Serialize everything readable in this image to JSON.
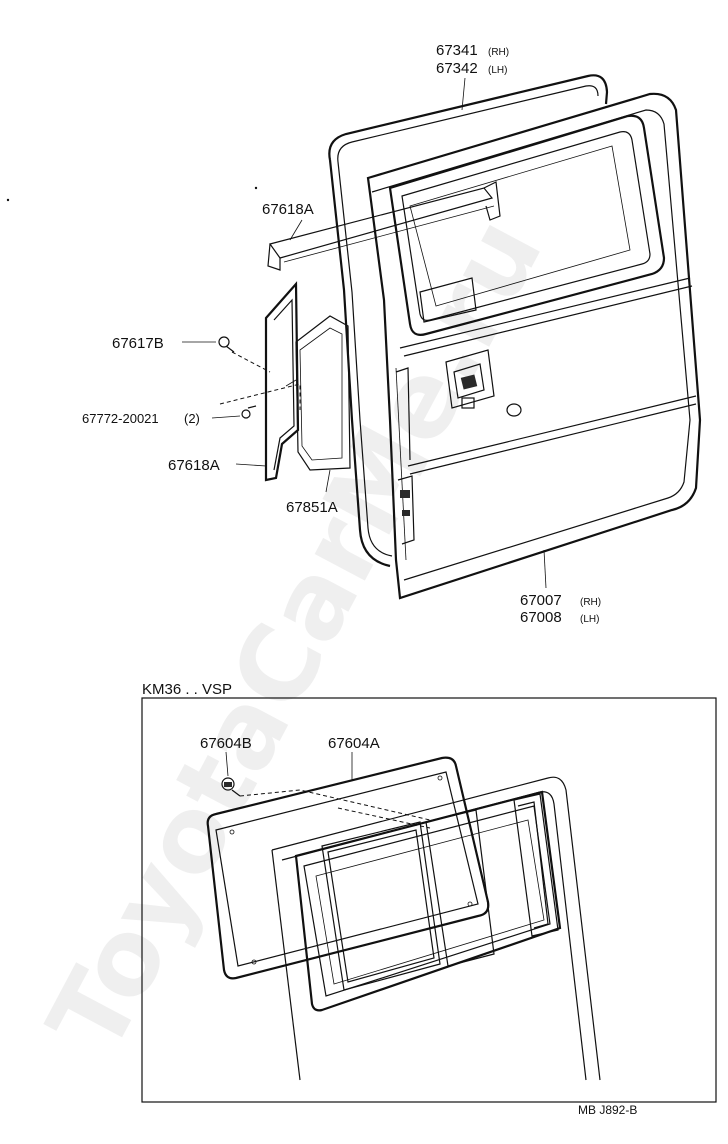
{
  "watermark": "ToyotaCarMe.ru",
  "parts": {
    "weatherstrip_rh": "67341",
    "weatherstrip_rh_side": "(RH)",
    "weatherstrip_lh": "67342",
    "weatherstrip_lh_side": "(LH)",
    "board_upper": "67618A",
    "clip_b": "67617B",
    "screw": "67772-20021",
    "screw_qty": "(2)",
    "board_lower": "67618A",
    "cover": "67851A",
    "door_rh": "67007",
    "door_rh_side": "(RH)",
    "door_lh": "67008",
    "door_lh_side": "(LH)"
  },
  "inset": {
    "title": "KM36 . . VSP",
    "clip": "67604B",
    "board": "67604A"
  },
  "figure_code": "MB  J892-B"
}
